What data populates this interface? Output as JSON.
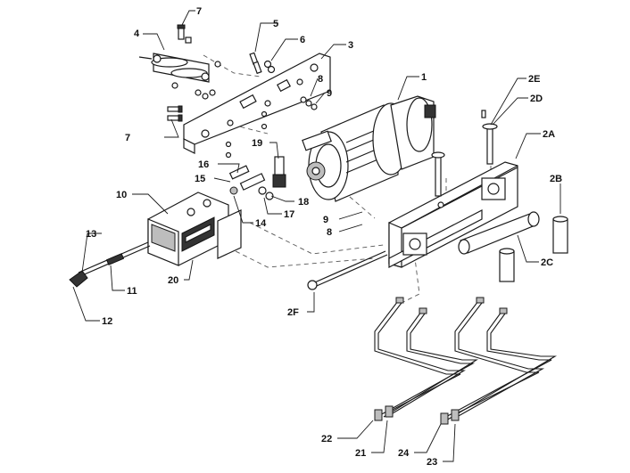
{
  "labels": {
    "l1": "1",
    "l2A": "2A",
    "l2B": "2B",
    "l2C": "2C",
    "l2D": "2D",
    "l2E": "2E",
    "l2F": "2F",
    "l3": "3",
    "l4": "4",
    "l5": "5",
    "l6": "6",
    "l7a": "7",
    "l7b": "7",
    "l8a": "8",
    "l8b": "8",
    "l9a": "9",
    "l9b": "9",
    "l10": "10",
    "l11": "11",
    "l12": "12",
    "l13": "13",
    "l14": "14",
    "l15": "15",
    "l16": "16",
    "l17": "17",
    "l18": "18",
    "l19": "19",
    "l20": "20",
    "l21": "21",
    "l22": "22",
    "l23": "23",
    "l24": "24"
  }
}
